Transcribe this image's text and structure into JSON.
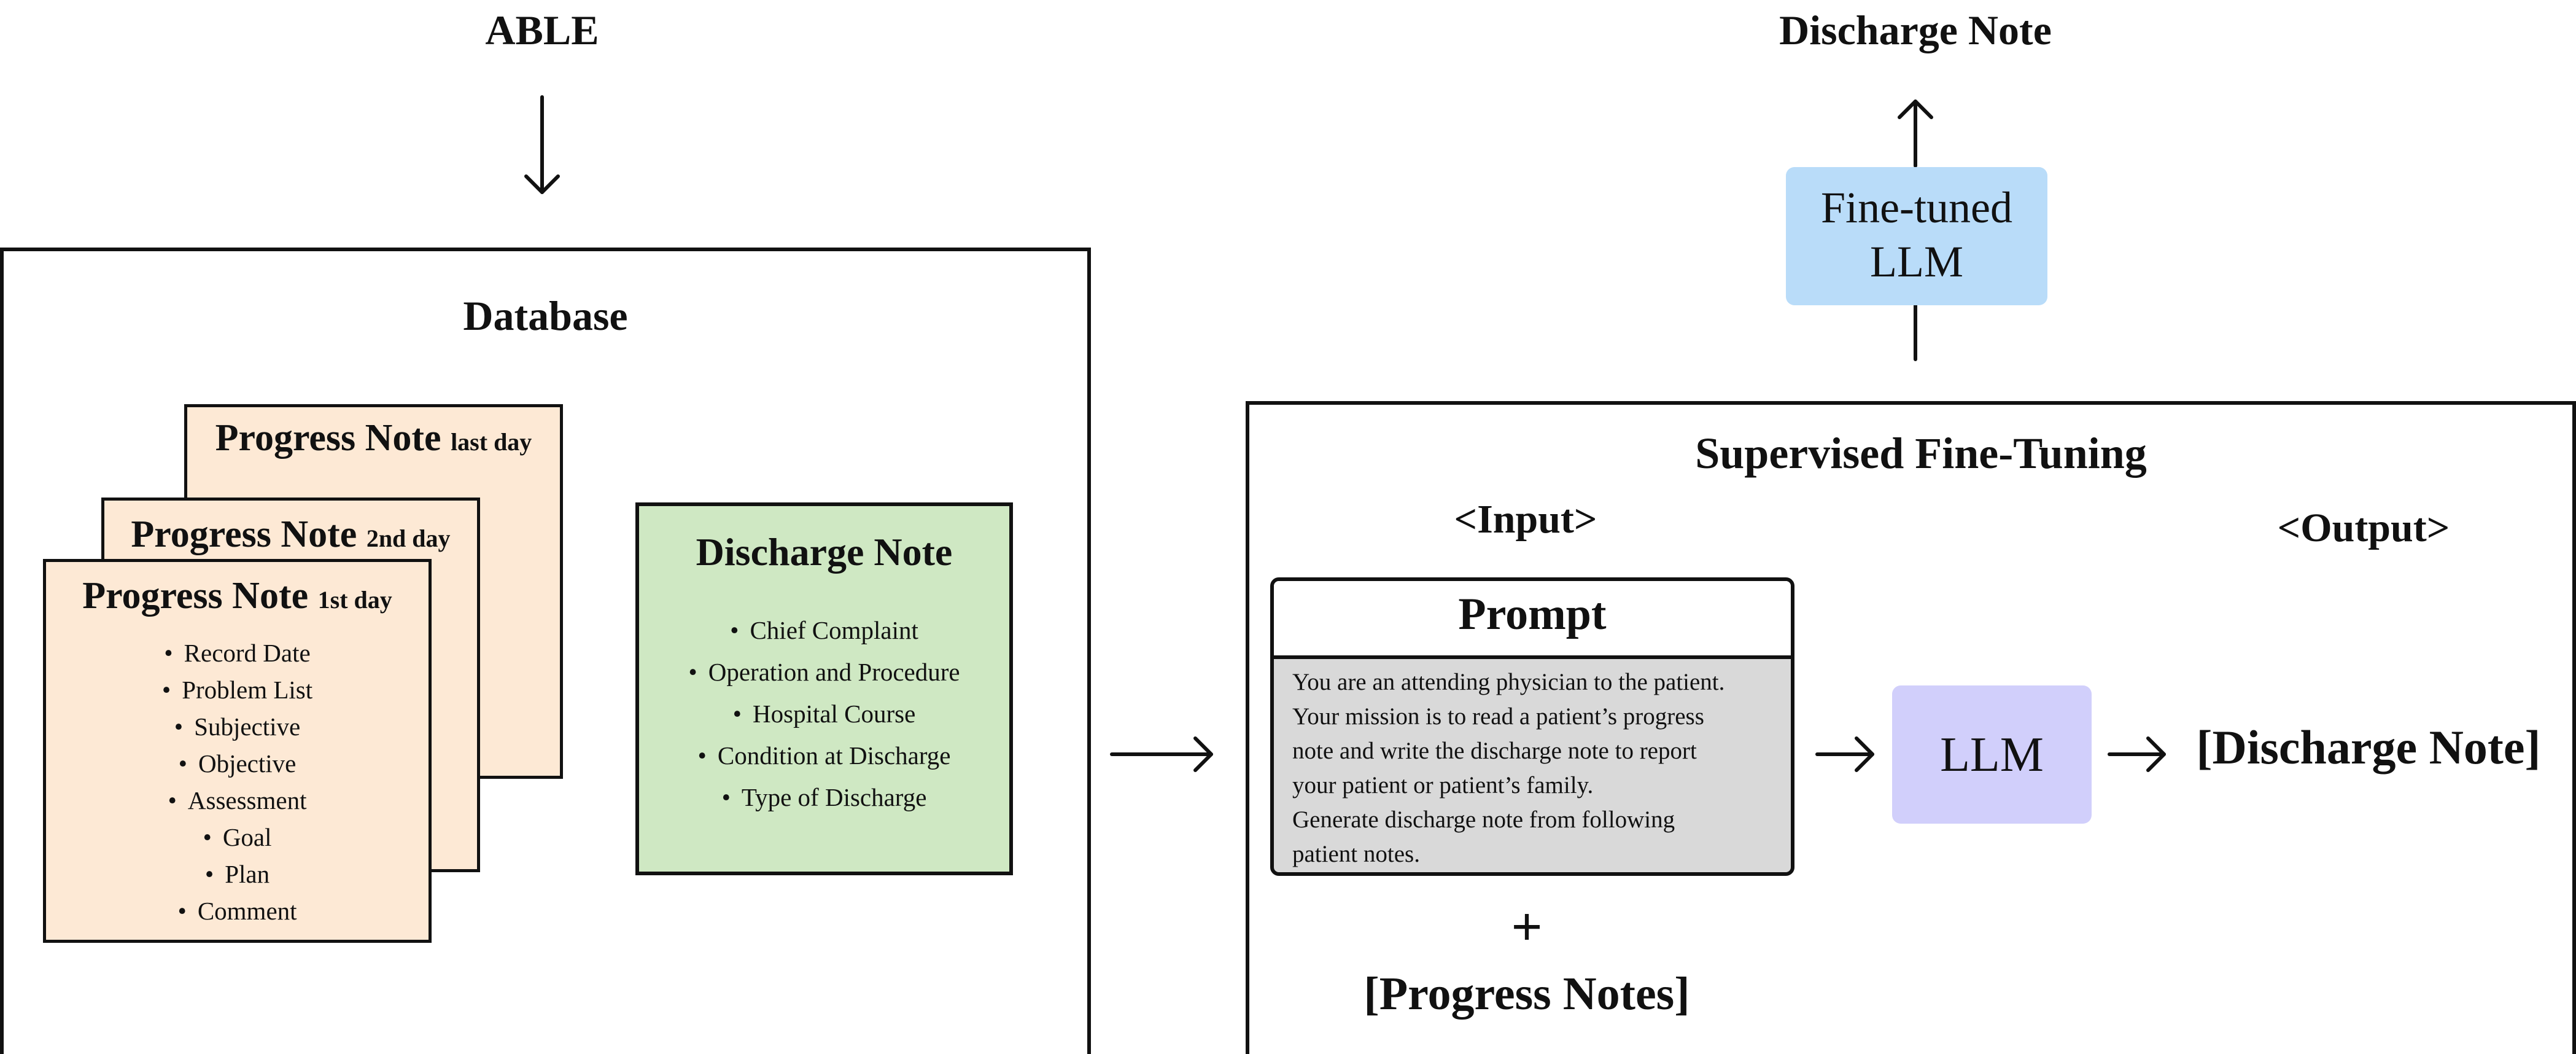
{
  "left": {
    "source_label": "ABLE",
    "database": {
      "title": "Database",
      "progress_notes": [
        {
          "title": "Progress Note",
          "suffix": "last day"
        },
        {
          "title": "Progress Note",
          "suffix": "2nd day"
        },
        {
          "title": "Progress Note",
          "suffix": "1st day",
          "items": [
            "Record Date",
            "Problem List",
            "Subjective",
            "Objective",
            "Assessment",
            "Goal",
            "Plan",
            "Comment"
          ]
        }
      ],
      "discharge_note": {
        "title": "Discharge Note",
        "items": [
          "Chief Complaint",
          "Operation and Procedure",
          "Hospital Course",
          "Condition at Discharge",
          "Type of Discharge"
        ]
      }
    }
  },
  "right": {
    "output_label": "Discharge Note",
    "fine_tuned_llm": {
      "line1": "Fine-tuned",
      "line2": "LLM"
    },
    "sft": {
      "title": "Supervised Fine-Tuning",
      "input_label": "<Input>",
      "output_label": "<Output>",
      "prompt": {
        "title": "Prompt",
        "lines": [
          "You are an attending physician to the patient.",
          "Your mission is to read a patient’s progress",
          "note and write the discharge note to report",
          "your patient or patient’s family.",
          "Generate discharge note from following",
          "patient notes."
        ]
      },
      "plus": "+",
      "progress_notes_label": "[Progress Notes]",
      "llm": "LLM",
      "discharge_output": "[Discharge Note]"
    }
  },
  "colors": {
    "progress_note_fill": "#fde9d5",
    "discharge_note_fill": "#cfe8c3",
    "prompt_body_fill": "#d9d9d9",
    "llm_fill": "#d1cffb",
    "fine_tuned_fill": "#b9dcf9"
  }
}
